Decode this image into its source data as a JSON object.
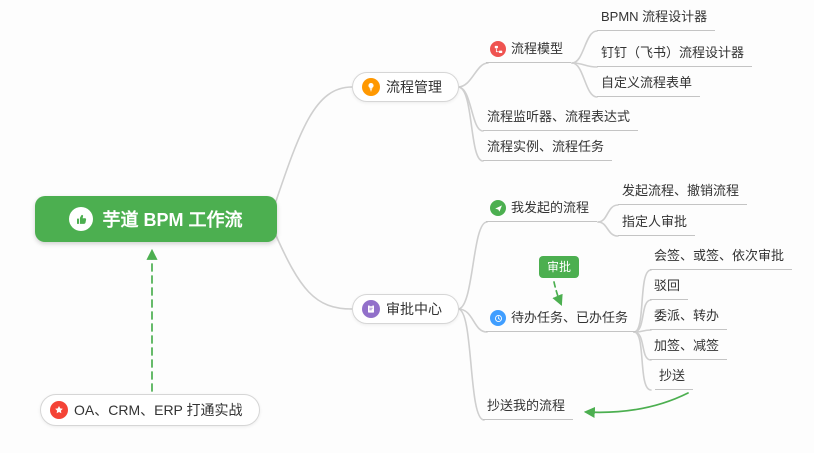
{
  "root": {
    "label": "芋道 BPM 工作流"
  },
  "badge": {
    "label": "审批"
  },
  "colors": {
    "root_green": "#4caf50",
    "badge_green": "#4caf50",
    "arrow_green": "#4caf50",
    "connector_gray": "#cfcfcf",
    "underline_gray": "#c4c4c4",
    "icon_orange": "#ff9800",
    "icon_red": "#ef5350",
    "icon_purple": "#9270ca",
    "icon_green": "#4caf50",
    "icon_blue": "#409eff",
    "icon_star_red": "#f44336"
  },
  "icons": {
    "root": "thumbs-up-icon",
    "process_management": "lightbulb-icon",
    "process_model": "flow-icon",
    "approval_center": "clipboard-icon",
    "my_initiated": "send-icon",
    "todo_done": "clock-icon",
    "oa_crm_erp": "star-icon"
  },
  "nodes": {
    "process_management": {
      "label": "流程管理"
    },
    "process_model": {
      "label": "流程模型"
    },
    "bpmn_designer": {
      "label": "BPMN 流程设计器"
    },
    "dingtalk_designer": {
      "label": "钉钉（飞书）流程设计器"
    },
    "custom_form": {
      "label": "自定义流程表单"
    },
    "listener_expression": {
      "label": "流程监听器、流程表达式"
    },
    "instance_task": {
      "label": "流程实例、流程任务"
    },
    "approval_center": {
      "label": "审批中心"
    },
    "my_initiated": {
      "label": "我发起的流程"
    },
    "initiate_cancel": {
      "label": "发起流程、撤销流程"
    },
    "assignee_approval": {
      "label": "指定人审批"
    },
    "todo_done": {
      "label": "待办任务、已办任务"
    },
    "countersign": {
      "label": "会签、或签、依次审批"
    },
    "reject": {
      "label": "驳回"
    },
    "delegate_transfer": {
      "label": "委派、转办"
    },
    "add_reduce_sign": {
      "label": "加签、减签"
    },
    "cc": {
      "label": "抄送"
    },
    "cc_my_flow": {
      "label": "抄送我的流程"
    },
    "oa_crm_erp": {
      "label": "OA、CRM、ERP 打通实战"
    }
  }
}
